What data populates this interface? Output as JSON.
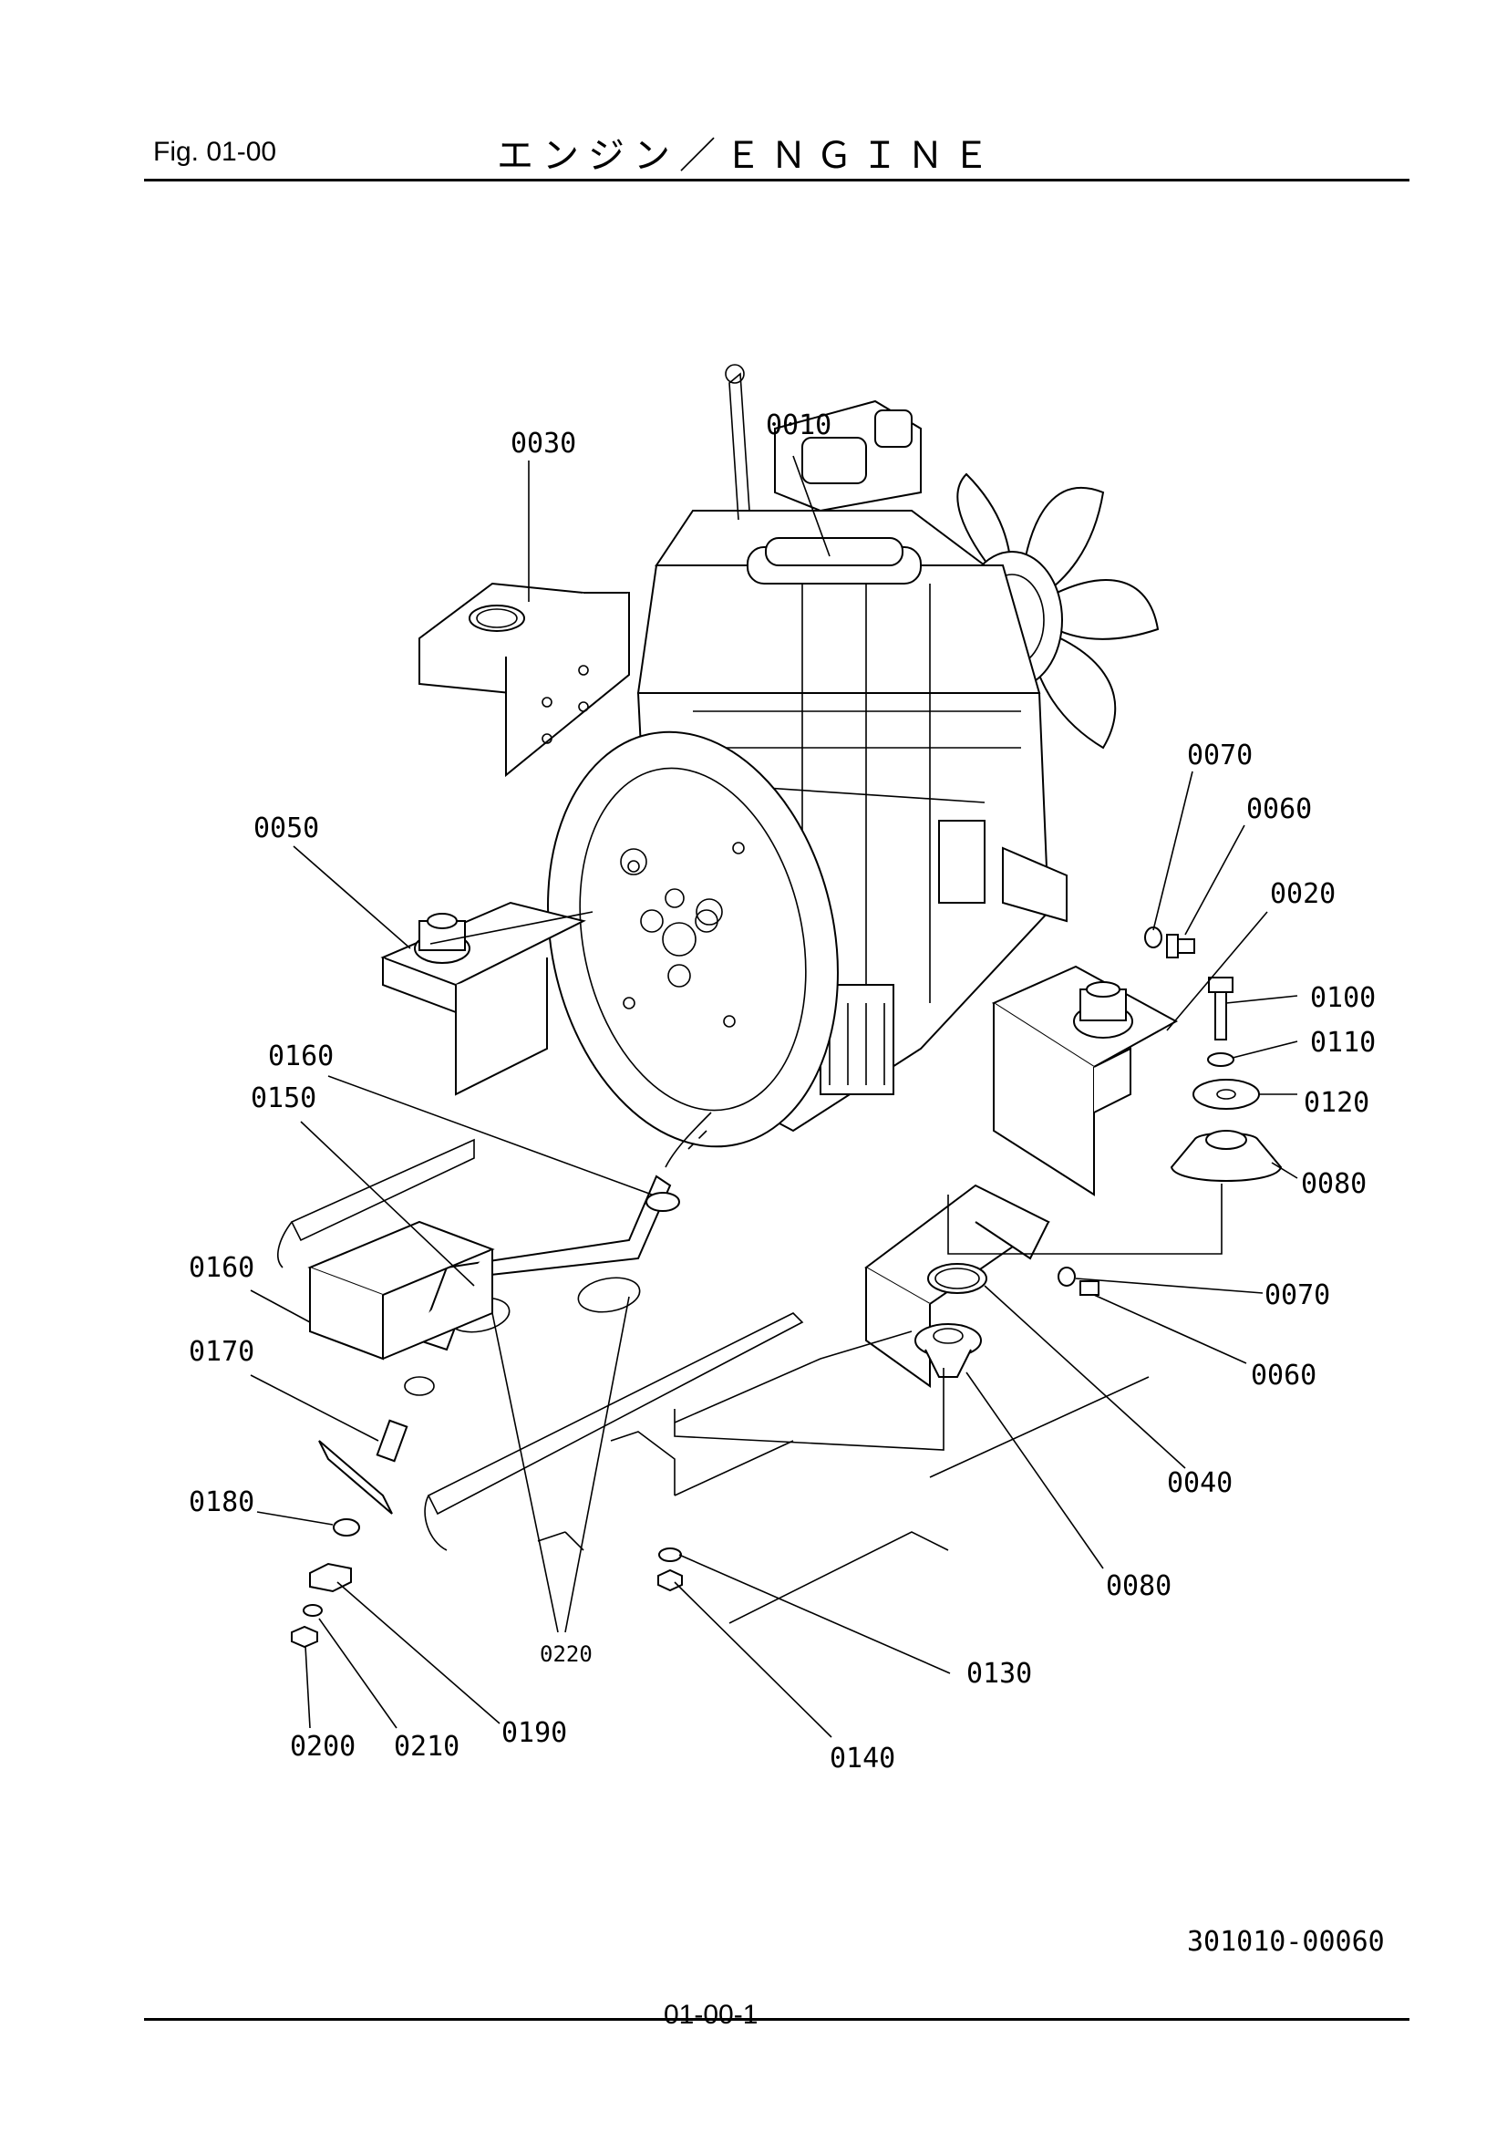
{
  "header": {
    "fig_label": "Fig.  01-00",
    "title": "エンジン／ＥＮＧＩＮＥ"
  },
  "callouts": {
    "c0010": "0010",
    "c0020": "0020",
    "c0030": "0030",
    "c0040": "0040",
    "c0050": "0050",
    "c0060a": "0060",
    "c0060b": "0060",
    "c0070a": "0070",
    "c0070b": "0070",
    "c0080a": "0080",
    "c0080b": "0080",
    "c0100": "0100",
    "c0110": "0110",
    "c0120": "0120",
    "c0130": "0130",
    "c0140": "0140",
    "c0150": "0150",
    "c0160a": "0160",
    "c0160b": "0160",
    "c0170": "0170",
    "c0180": "0180",
    "c0190": "0190",
    "c0200": "0200",
    "c0210": "0210",
    "c0220": "0220"
  },
  "footer": {
    "ref_code": "301010-00060",
    "page_number": "01-00-1"
  }
}
